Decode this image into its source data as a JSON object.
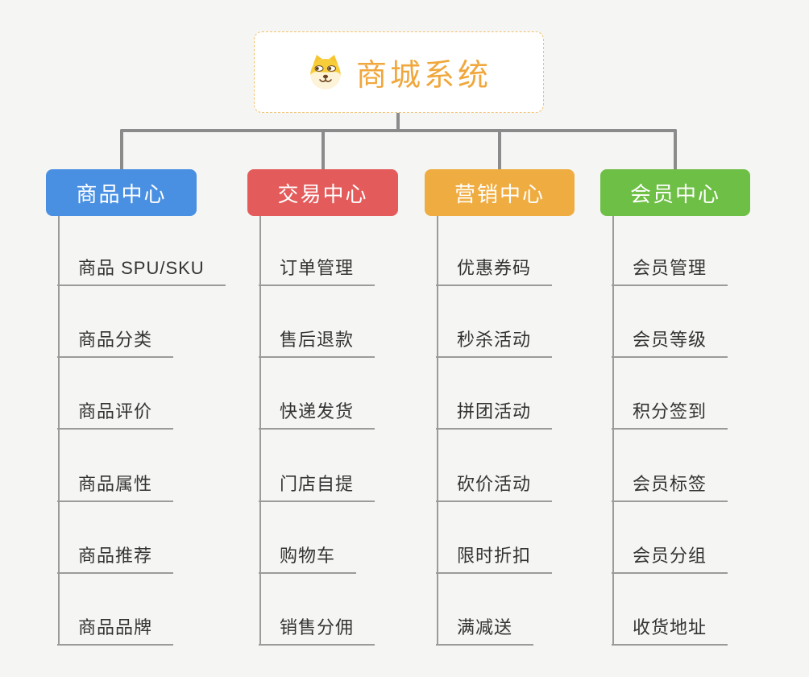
{
  "canvas": {
    "background_color": "#f5f5f3",
    "connector_color": "#8b8b8b",
    "leaf_line_color": "#9b9b9b"
  },
  "root": {
    "label": "商城系统",
    "icon": "dog-face-icon",
    "text_color": "#f0a73c",
    "border_color": "#f3c272"
  },
  "branches": [
    {
      "label": "商品中心",
      "color": "#4a90e2",
      "items": [
        "商品 SPU/SKU",
        "商品分类",
        "商品评价",
        "商品属性",
        "商品推荐",
        "商品品牌"
      ]
    },
    {
      "label": "交易中心",
      "color": "#e45b5b",
      "items": [
        "订单管理",
        "售后退款",
        "快递发货",
        "门店自提",
        "购物车",
        "销售分佣"
      ]
    },
    {
      "label": "营销中心",
      "color": "#efac41",
      "items": [
        "优惠券码",
        "秒杀活动",
        "拼团活动",
        "砍价活动",
        "限时折扣",
        "满减送"
      ]
    },
    {
      "label": "会员中心",
      "color": "#6ebf46",
      "items": [
        "会员管理",
        "会员等级",
        "积分签到",
        "会员标签",
        "会员分组",
        "收货地址"
      ]
    }
  ]
}
